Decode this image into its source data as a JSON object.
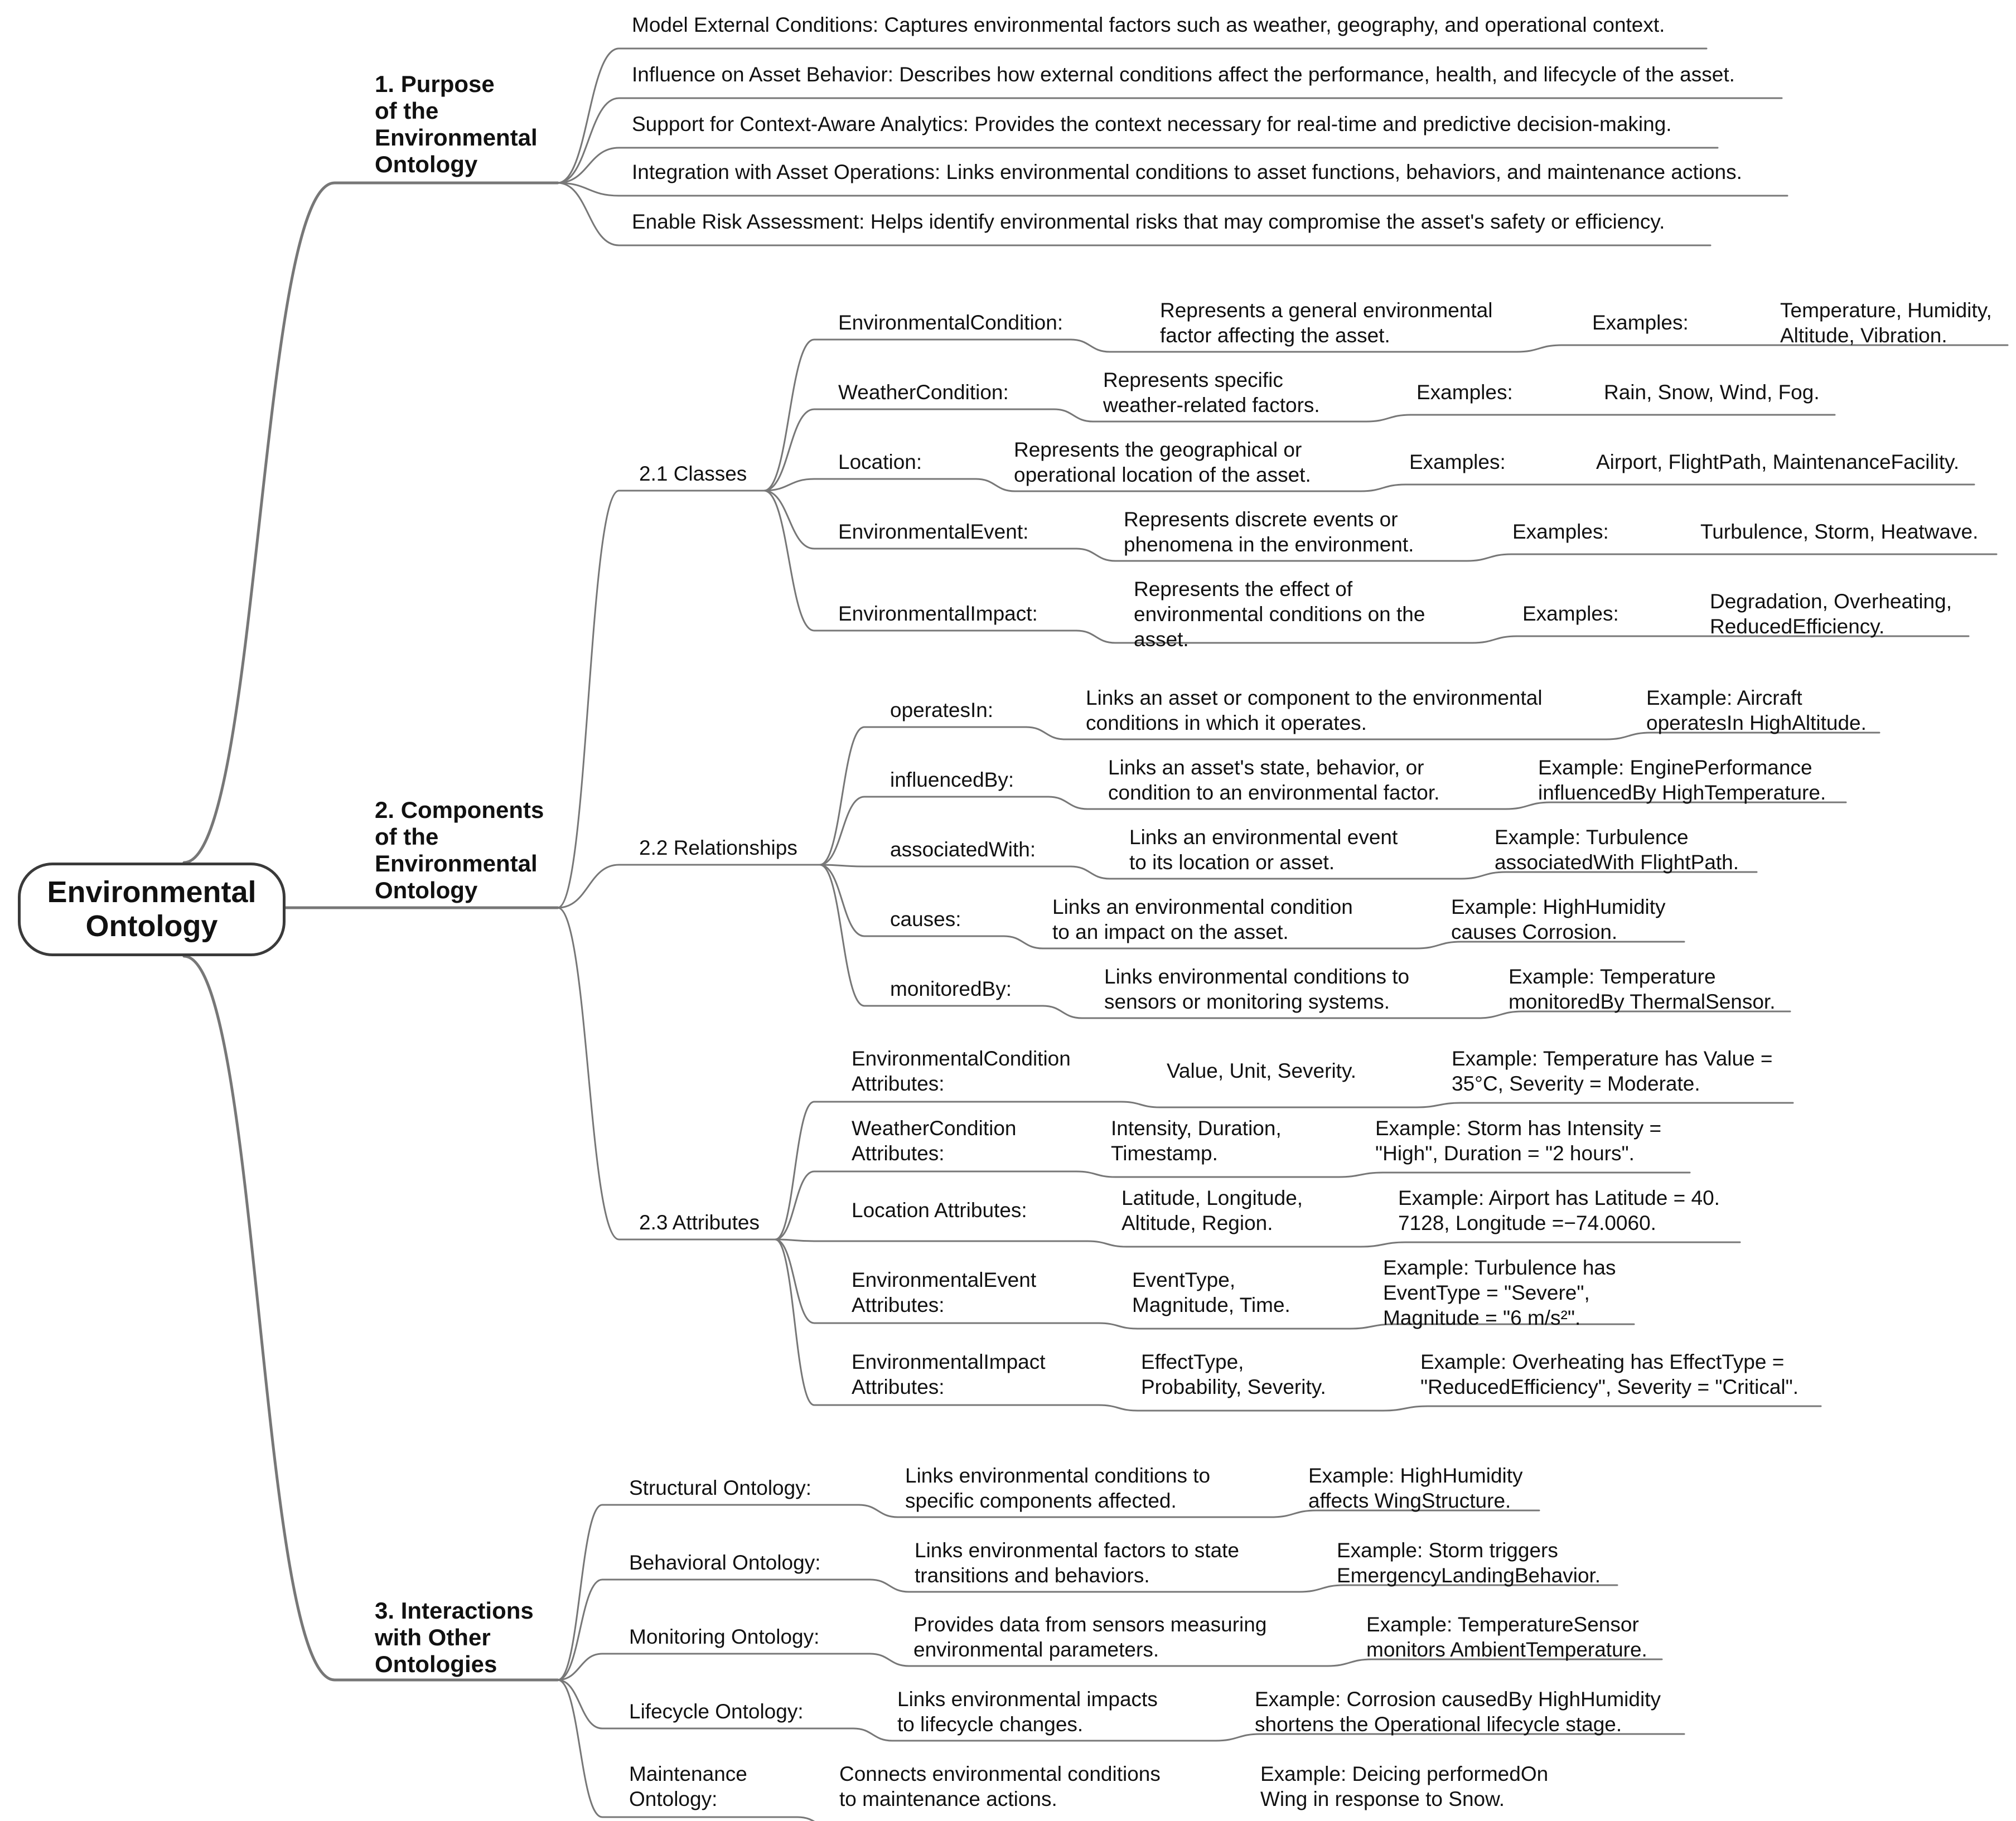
{
  "root": "Environmental\nOntology",
  "purpose": {
    "title": "1. Purpose\nof the\nEnvironmental\nOntology",
    "items": [
      "Model External Conditions: Captures environmental factors such as weather, geography, and operational context.",
      "Influence on Asset Behavior: Describes how external conditions affect the performance, health, and lifecycle of the asset.",
      "Support for Context-Aware Analytics: Provides the context necessary for real-time and predictive decision-making.",
      "Integration with Asset Operations: Links environmental conditions to asset functions, behaviors, and maintenance actions.",
      "Enable Risk Assessment: Helps identify environmental risks that may compromise the asset's safety or efficiency."
    ]
  },
  "components": {
    "title": "2. Components\nof the\nEnvironmental\nOntology",
    "classes": {
      "label": "2.1 Classes",
      "items": [
        {
          "name": "EnvironmentalCondition:",
          "desc": "Represents a general environmental\nfactor affecting the asset.",
          "ex_label": "Examples:",
          "ex": "Temperature, Humidity,\nAltitude, Vibration."
        },
        {
          "name": "WeatherCondition:",
          "desc": "Represents specific\nweather-related factors.",
          "ex_label": "Examples:",
          "ex": "Rain, Snow, Wind, Fog."
        },
        {
          "name": "Location:",
          "desc": "Represents the geographical or\noperational location of the asset.",
          "ex_label": "Examples:",
          "ex": "Airport, FlightPath, MaintenanceFacility."
        },
        {
          "name": "EnvironmentalEvent:",
          "desc": "Represents discrete events or\nphenomena in the environment.",
          "ex_label": "Examples:",
          "ex": "Turbulence, Storm, Heatwave."
        },
        {
          "name": "EnvironmentalImpact:",
          "desc": "Represents the effect of\nenvironmental conditions on the\nasset.",
          "ex_label": "Examples:",
          "ex": "Degradation, Overheating,\nReducedEfficiency."
        }
      ]
    },
    "relationships": {
      "label": "2.2 Relationships",
      "items": [
        {
          "name": "operatesIn:",
          "desc": "Links an asset or component to the environmental\nconditions in which it operates.",
          "ex": "Example: Aircraft\noperatesIn HighAltitude."
        },
        {
          "name": "influencedBy:",
          "desc": "Links an asset's state, behavior, or\ncondition to an environmental factor.",
          "ex": "Example: EnginePerformance\ninfluencedBy HighTemperature."
        },
        {
          "name": "associatedWith:",
          "desc": "Links an environmental event\nto its location or asset.",
          "ex": "Example: Turbulence\nassociatedWith FlightPath."
        },
        {
          "name": "causes:",
          "desc": "Links an environmental condition\nto an impact on the asset.",
          "ex": "Example: HighHumidity\ncauses Corrosion."
        },
        {
          "name": "monitoredBy:",
          "desc": "Links environmental conditions to\nsensors or monitoring systems.",
          "ex": "Example: Temperature\nmonitoredBy ThermalSensor."
        }
      ]
    },
    "attributes": {
      "label": "2.3 Attributes",
      "items": [
        {
          "name": "EnvironmentalCondition\nAttributes:",
          "desc": "Value, Unit, Severity.",
          "ex": "Example: Temperature has Value =\n35°C, Severity = Moderate."
        },
        {
          "name": "WeatherCondition\nAttributes:",
          "desc": "Intensity, Duration,\nTimestamp.",
          "ex": "Example: Storm has Intensity =\n\"High\", Duration = \"2 hours\"."
        },
        {
          "name": "Location Attributes:",
          "desc": "Latitude, Longitude,\nAltitude, Region.",
          "ex": "Example: Airport has Latitude = 40.\n7128, Longitude =−74.0060."
        },
        {
          "name": "EnvironmentalEvent\nAttributes:",
          "desc": "EventType,\nMagnitude, Time.",
          "ex": "Example: Turbulence has\nEventType = \"Severe\",\nMagnitude = \"6 m/s²\"."
        },
        {
          "name": "EnvironmentalImpact\nAttributes:",
          "desc": "EffectType,\nProbability, Severity.",
          "ex": "Example: Overheating has EffectType =\n\"ReducedEfficiency\", Severity = \"Critical\"."
        }
      ]
    }
  },
  "interactions": {
    "title": "3. Interactions\nwith Other\nOntologies",
    "items": [
      {
        "name": "Structural Ontology:",
        "desc": "Links environmental conditions to\nspecific components affected.",
        "ex": "Example: HighHumidity\naffects WingStructure."
      },
      {
        "name": "Behavioral Ontology:",
        "desc": "Links environmental factors to state\ntransitions and behaviors.",
        "ex": "Example: Storm triggers\nEmergencyLandingBehavior."
      },
      {
        "name": "Monitoring Ontology:",
        "desc": "Provides data from sensors measuring\nenvironmental parameters.",
        "ex": "Example: TemperatureSensor\nmonitors AmbientTemperature."
      },
      {
        "name": "Lifecycle Ontology:",
        "desc": "Links environmental impacts\nto lifecycle changes.",
        "ex": "Example: Corrosion causedBy HighHumidity\nshortens the Operational lifecycle stage."
      },
      {
        "name": "Maintenance\nOntology:",
        "desc": "Connects environmental conditions\nto maintenance actions.",
        "ex": "Example: Deicing performedOn\nWing in response to Snow."
      }
    ]
  }
}
